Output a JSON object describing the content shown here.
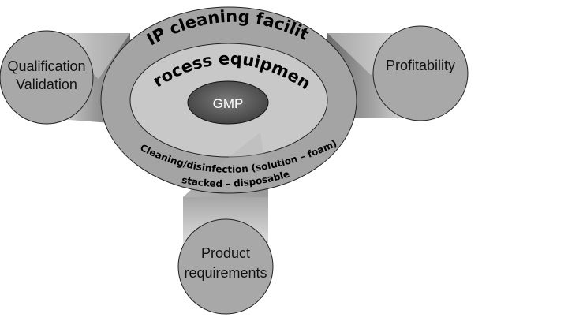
{
  "diagram": {
    "outer_ring_label": "CIP cleaning facility",
    "middle_ring_label": "Process equipment",
    "core_label": "GMP",
    "bottom_text_line1": "Cleaning/disinfection (solution – foam)",
    "bottom_text_line2": "stacked – disposable",
    "nodes": {
      "left_line1": "Qualification",
      "left_line2": "Validation",
      "right": "Profitability",
      "bottom_line1": "Product",
      "bottom_line2": "requirements"
    }
  }
}
